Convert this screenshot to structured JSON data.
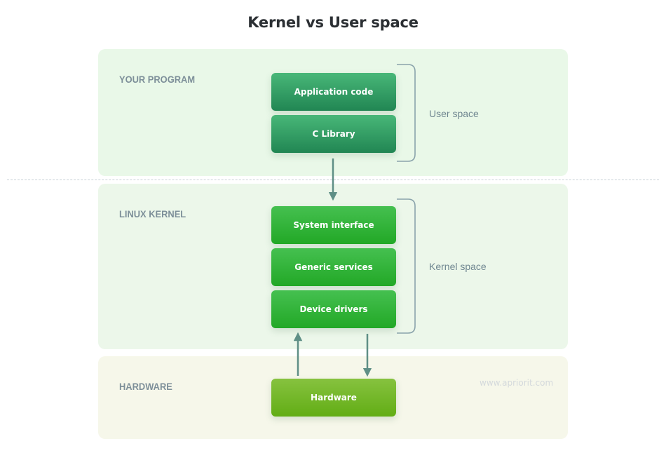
{
  "title": "Kernel vs User space",
  "bands": {
    "user": "YOUR PROGRAM",
    "kernel": "LINUX KERNEL",
    "hardware": "HARDWARE"
  },
  "boxes": {
    "application_code": "Application code",
    "c_library": "C Library",
    "system_interface": "System interface",
    "generic_services": "Generic services",
    "device_drivers": "Device drivers",
    "hardware": "Hardware"
  },
  "brackets": {
    "user_space": "User space",
    "kernel_space": "Kernel space"
  },
  "watermark": "www.apriorit.com",
  "colors": {
    "user_band": "#e9f8e8",
    "kernel_band": "#ecf7ea",
    "hardware_band": "#f6f7ea",
    "user_box": "#2f9a60",
    "kernel_box": "#2cb131",
    "hardware_box": "#6fb525",
    "arrow": "#5f8f86",
    "bracket": "#8aa3ab"
  }
}
